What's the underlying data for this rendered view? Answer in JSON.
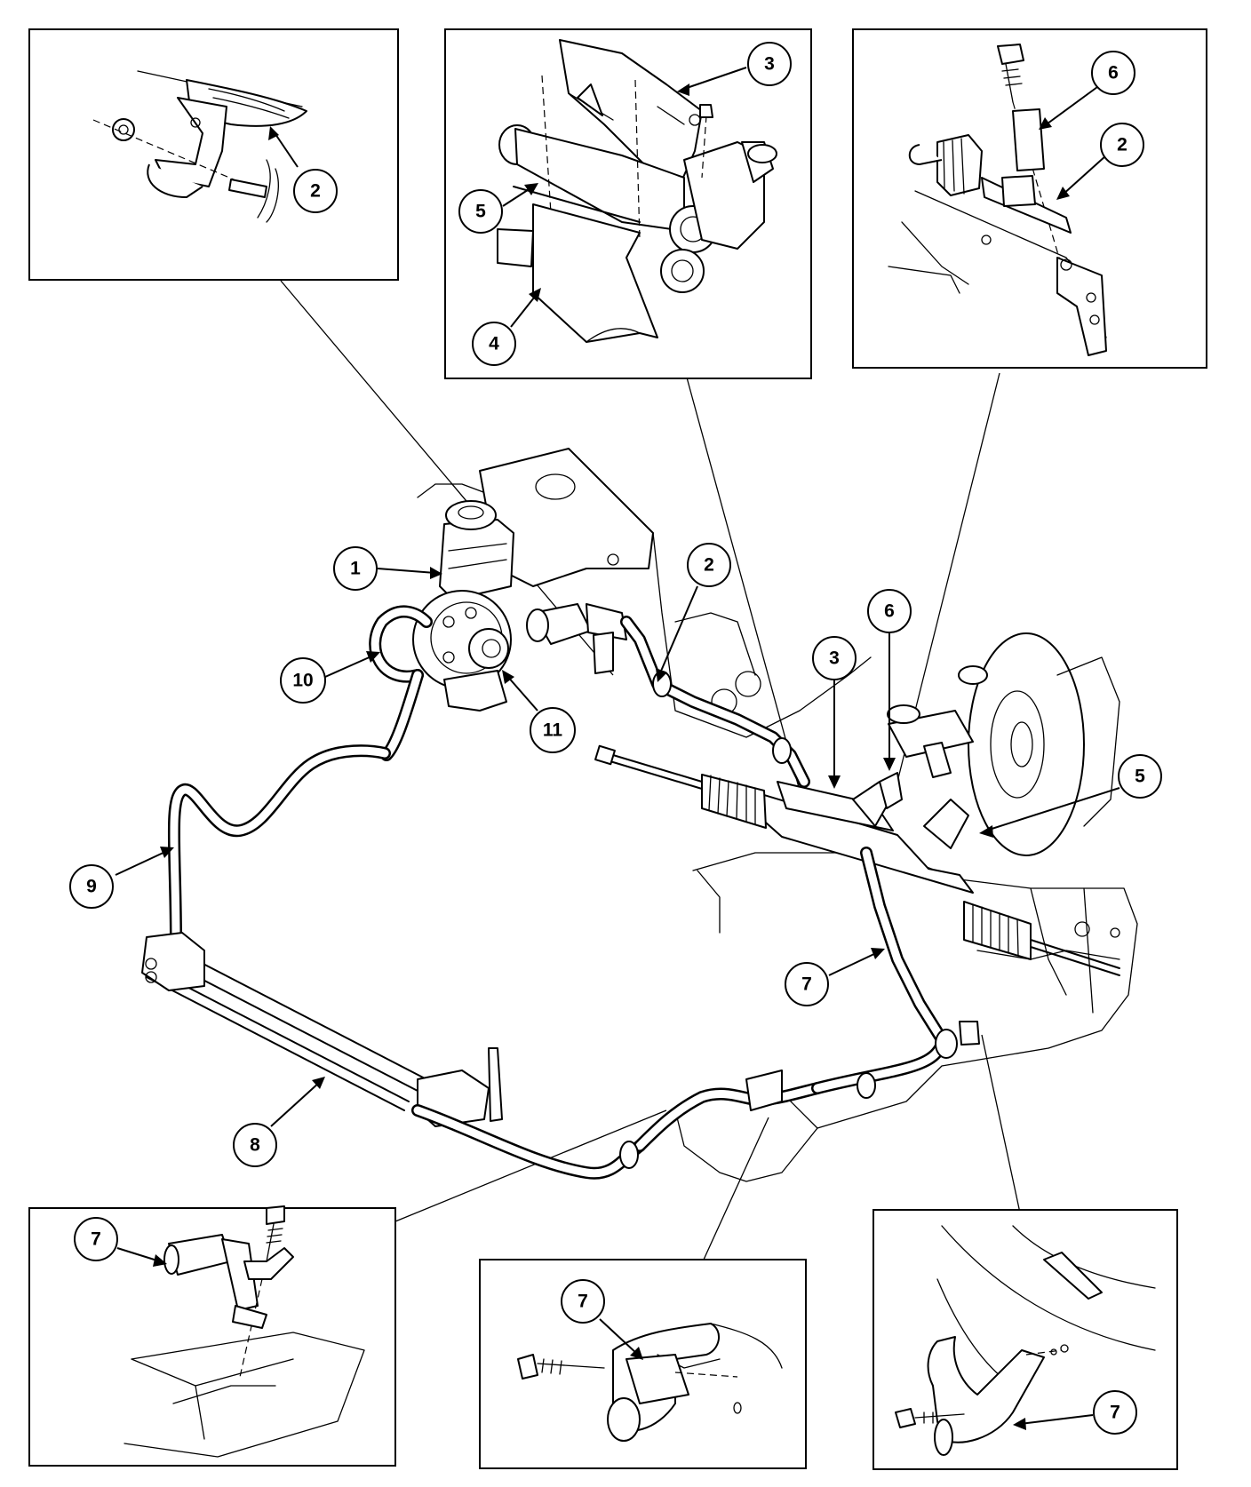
{
  "callouts": [
    {
      "id": "inset-tl-2",
      "label": "2"
    },
    {
      "id": "inset-tc-3",
      "label": "3"
    },
    {
      "id": "inset-tc-5",
      "label": "5"
    },
    {
      "id": "inset-tc-4",
      "label": "4"
    },
    {
      "id": "inset-tr-6",
      "label": "6"
    },
    {
      "id": "inset-tr-2",
      "label": "2"
    },
    {
      "id": "main-1",
      "label": "1"
    },
    {
      "id": "main-2",
      "label": "2"
    },
    {
      "id": "main-10",
      "label": "10"
    },
    {
      "id": "main-11",
      "label": "11"
    },
    {
      "id": "main-3",
      "label": "3"
    },
    {
      "id": "main-6",
      "label": "6"
    },
    {
      "id": "main-5",
      "label": "5"
    },
    {
      "id": "main-9",
      "label": "9"
    },
    {
      "id": "main-7",
      "label": "7"
    },
    {
      "id": "main-8",
      "label": "8"
    },
    {
      "id": "inset-bl-7",
      "label": "7"
    },
    {
      "id": "inset-bc-7",
      "label": "7"
    },
    {
      "id": "inset-br-7",
      "label": "7"
    }
  ]
}
